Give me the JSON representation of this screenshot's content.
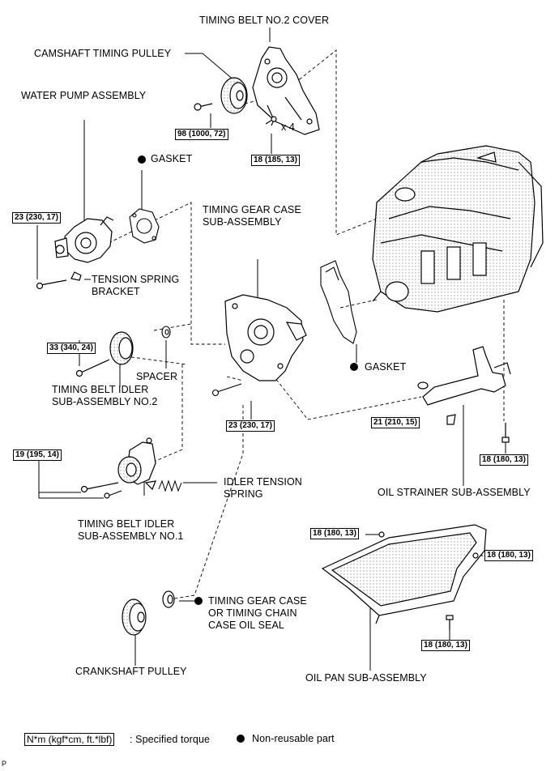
{
  "labels": {
    "timing_belt_no2_cover": "TIMING BELT NO.2 COVER",
    "camshaft_timing_pulley": "CAMSHAFT TIMING PULLEY",
    "water_pump_assembly": "WATER PUMP ASSEMBLY",
    "gasket_upper": "GASKET",
    "timing_gear_case": [
      "TIMING GEAR CASE",
      "SUB-ASSEMBLY"
    ],
    "tension_spring_bracket": [
      "TENSION SPRING",
      "BRACKET"
    ],
    "spacer": "SPACER",
    "timing_belt_idler_no2": [
      "TIMING BELT IDLER",
      "SUB-ASSEMBLY NO.2"
    ],
    "gasket_lower": "GASKET",
    "idler_tension_spring": [
      "IDLER TENSION",
      "SPRING"
    ],
    "oil_strainer": "OIL STRAINER SUB-ASSEMBLY",
    "timing_belt_idler_no1": [
      "TIMING BELT IDLER",
      "SUB-ASSEMBLY NO.1"
    ],
    "oil_seal": [
      "TIMING GEAR CASE",
      "OR TIMING CHAIN",
      "CASE OIL SEAL"
    ],
    "crankshaft_pulley": "CRANKSHAFT PULLEY",
    "oil_pan": "OIL PAN SUB-ASSEMBLY",
    "qty_x4": "x 4"
  },
  "torques": {
    "camshaft_bolt": "98 (1000, 72)",
    "cover_bolt": "18 (185, 13)",
    "water_pump_bolt": "23 (230, 17)",
    "idler_no2_bolt": "33 (340, 24)",
    "gear_case_bolt": "23 (230, 17)",
    "strainer_nut": "21 (210, 15)",
    "strainer_bolt": "18 (180, 13)",
    "idler_no1_bolt": "19 (195, 14)",
    "oil_pan_left": "18 (180, 13)",
    "oil_pan_right": "18 (180, 13)",
    "oil_pan_bottom": "18 (180, 13)"
  },
  "legend": {
    "torque_unit": "N*m (kgf*cm, ft.*lbf)",
    "torque_text": ": Specified torque",
    "nonreusable_text": "Non-reusable part"
  },
  "footer": {
    "page_code": "P"
  },
  "colors": {
    "ink": "#000000",
    "shade": "#d8d8d8",
    "paper": "#ffffff"
  }
}
